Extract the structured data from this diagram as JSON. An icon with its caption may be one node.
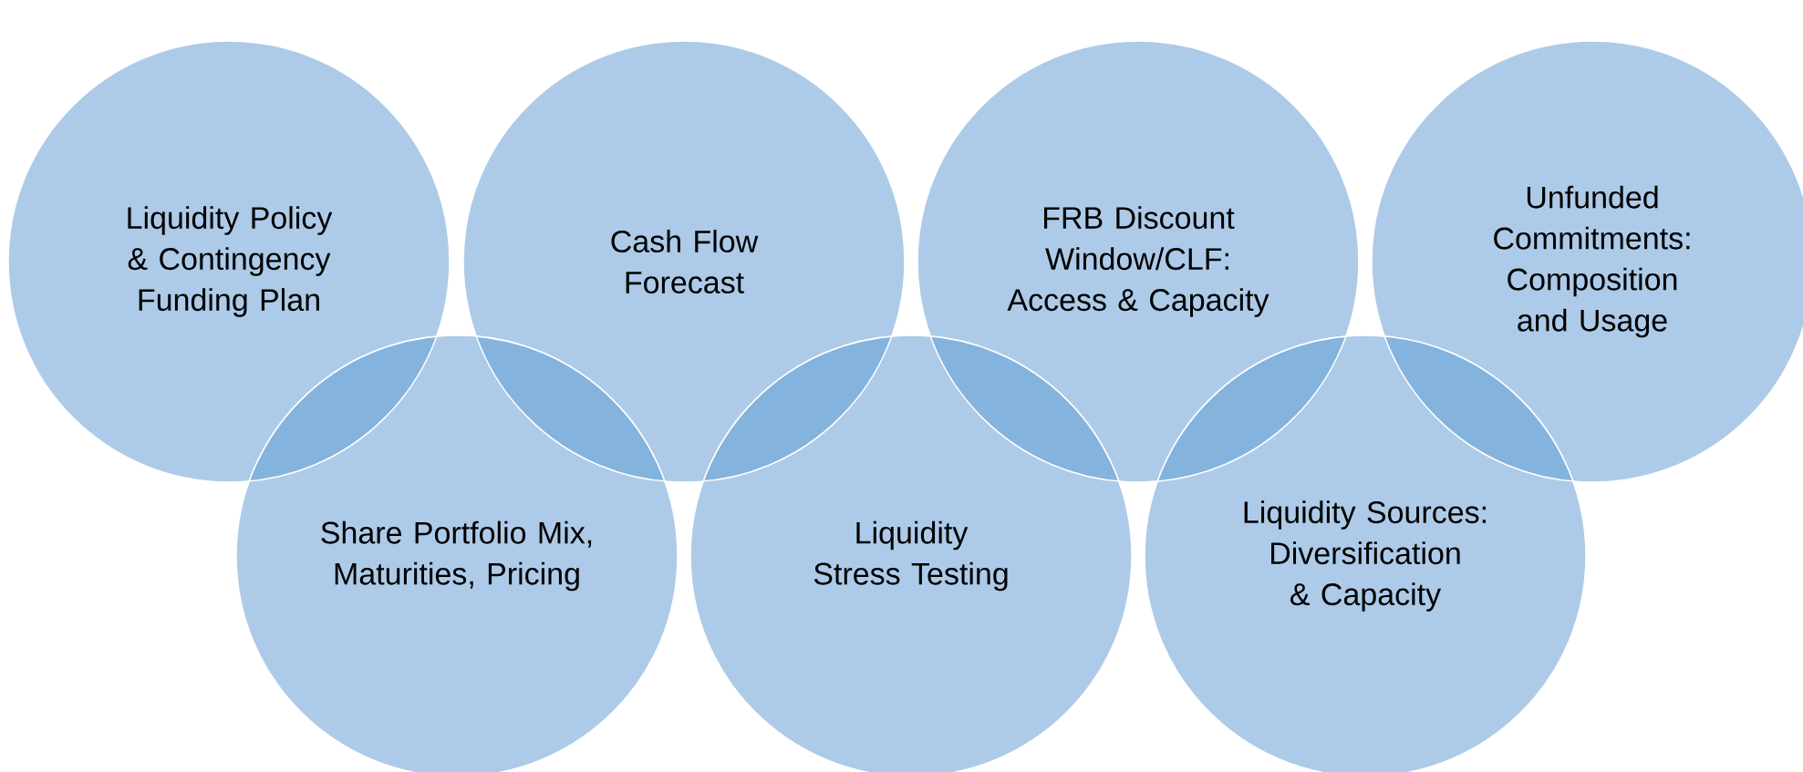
{
  "diagram": {
    "nodes": [
      {
        "text": [
          "Liquidity Policy & Contingency Funding Plan"
        ]
      },
      {
        "text": [
          "Cash Flow Forecast"
        ]
      },
      {
        "text": [
          "FRB Discount Window/CLF: Access & Capacity"
        ]
      },
      {
        "text": [
          "Unfunded Commitments: Composition and Usage"
        ]
      },
      {
        "text": [
          "Share Portfolio Mix, Maturities, Pricing"
        ]
      },
      {
        "text": [
          "Liquidity Stress Testing"
        ]
      },
      {
        "text": [
          "Liquidity Sources: Diversification & Capacity"
        ]
      }
    ]
  }
}
